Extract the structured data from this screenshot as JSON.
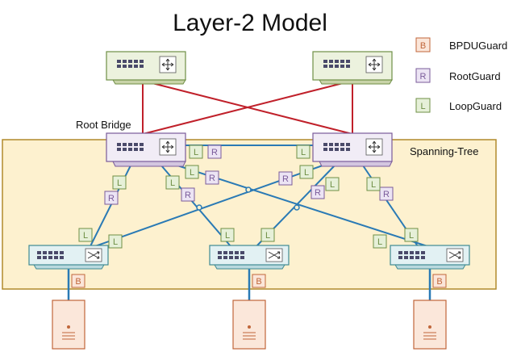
{
  "title": "Layer-2 Model",
  "root_bridge_label": "Root Bridge",
  "spanning_tree_label": "Spanning-Tree",
  "legend": [
    {
      "letter": "B",
      "label": "BPDUGuard",
      "color": "#c0663a",
      "fill": "#fbe6d9"
    },
    {
      "letter": "R",
      "label": "RootGuard",
      "color": "#7a5b9a",
      "fill": "#ece4f4"
    },
    {
      "letter": "L",
      "label": "LoopGuard",
      "color": "#6f8f45",
      "fill": "#e6f0d8"
    }
  ],
  "colors": {
    "uplink_red": "#c0202a",
    "link_blue": "#2a7ab5",
    "zone_fill": "#fdf1cf",
    "zone_border": "#b08a2c",
    "router_fill": "#ecf2de",
    "dist_fill": "#f1ecf6",
    "access_fill": "#e2f1f3",
    "server_fill": "#fbe7da"
  },
  "icons": {
    "core_switch": "router-switch-icon",
    "distribution_switch": "distribution-switch-icon",
    "access_switch": "access-switch-icon",
    "server": "server-icon"
  }
}
